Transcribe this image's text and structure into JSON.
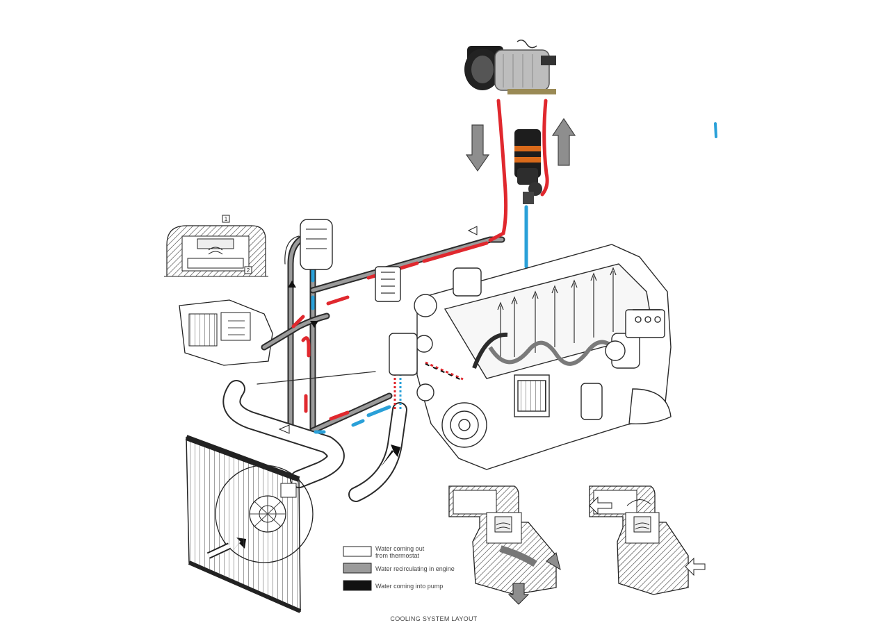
{
  "diagram": {
    "caption": "COOLING SYSTEM LAYOUT",
    "detail_marks": [
      "1",
      "2"
    ],
    "legend": [
      {
        "label": "Water coming out",
        "label2": "from thermostat",
        "swatch": "#ffffff"
      },
      {
        "label": "Water recirculating in engine",
        "swatch": "#9b9b9b"
      },
      {
        "label": "Water coming into pump",
        "swatch": "#111111"
      }
    ],
    "colors": {
      "hot_line": "#e0282e",
      "cold_line": "#2aa0d8",
      "line_art": "#2b2b2b",
      "pipe_gray": "#9b9b9b"
    }
  }
}
